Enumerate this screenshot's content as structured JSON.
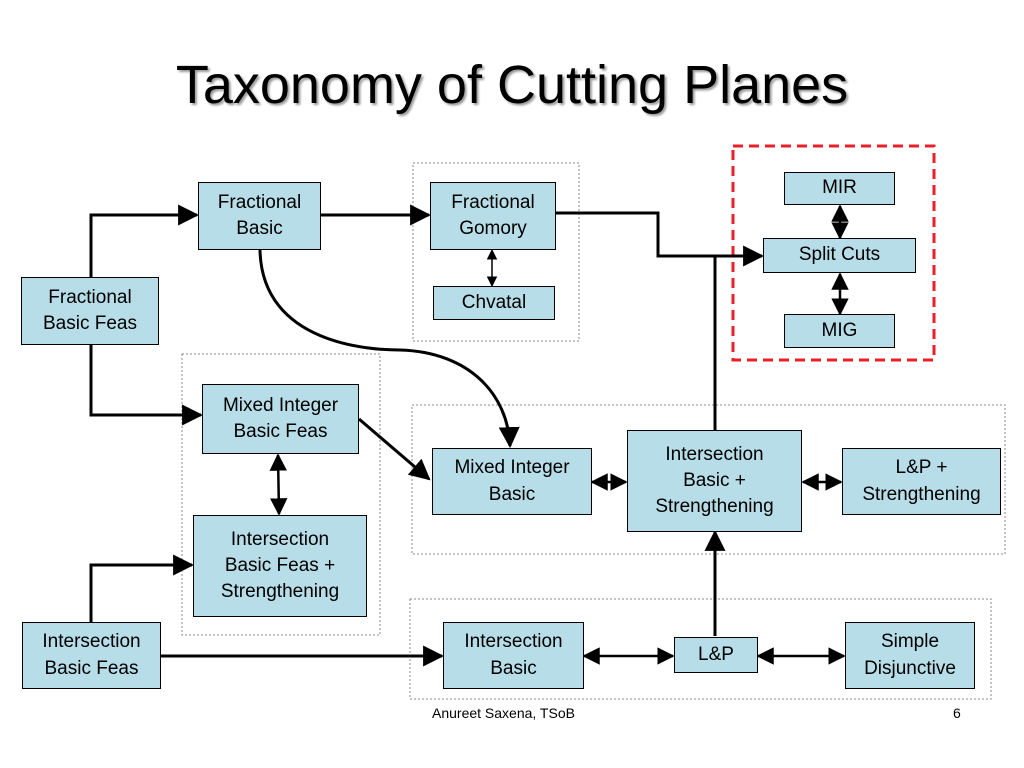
{
  "slide": {
    "title": "Taxonomy of Cutting Planes",
    "footer_author": "Anureet Saxena, TSoB",
    "page_number": "6"
  },
  "nodes": {
    "fractional_basic_feas": "Fractional\nBasic Feas",
    "fractional_basic": "Fractional\nBasic",
    "fractional_gomory": "Fractional\nGomory",
    "chvatal": "Chvatal",
    "mir": "MIR",
    "split_cuts": "Split Cuts",
    "mig": "MIG",
    "mixed_integer_basic_feas": "Mixed Integer\nBasic Feas",
    "intersection_basic_feas_strengthening": "Intersection\nBasic Feas +\nStrengthening",
    "mixed_integer_basic": "Mixed Integer\nBasic",
    "intersection_basic_strengthening": "Intersection\nBasic +\nStrengthening",
    "lp_strengthening": "L&P +\nStrengthening",
    "intersection_basic_feas": "Intersection\nBasic Feas",
    "intersection_basic": "Intersection\nBasic",
    "lp": "L&P",
    "simple_disjunctive": "Simple\nDisjunctive"
  },
  "colors": {
    "node_fill": "#b7dde8",
    "highlight_border": "#e8202a",
    "group_border": "#888888"
  }
}
